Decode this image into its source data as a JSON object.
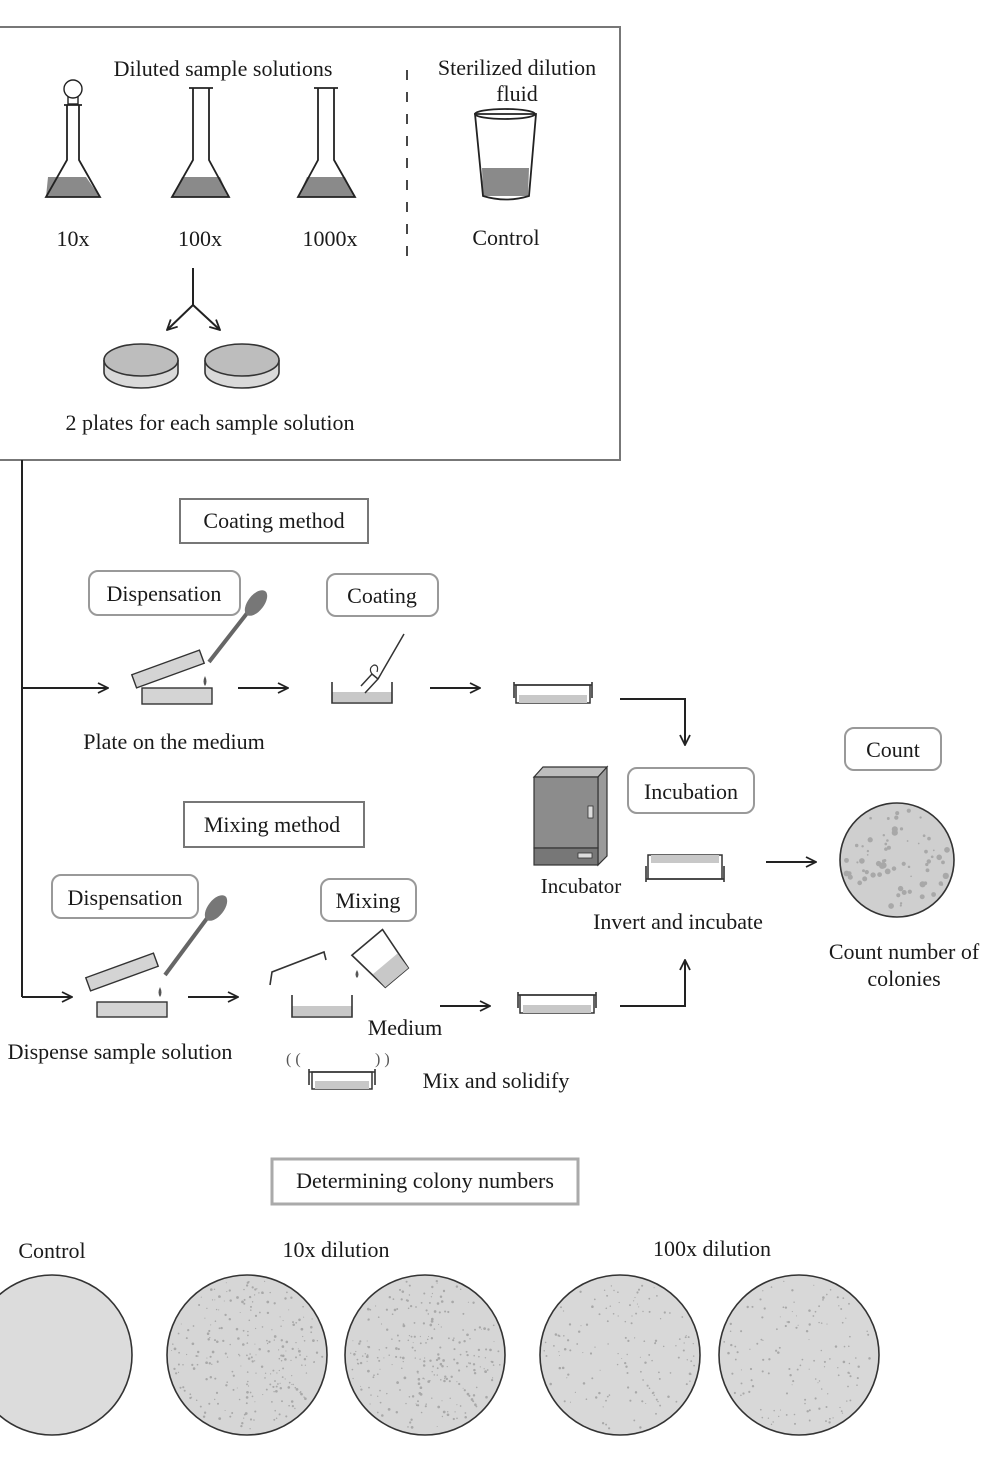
{
  "panel": {
    "diluted_title": "Diluted sample solutions",
    "sterilized_title_line1": "Sterilized dilution",
    "sterilized_title_line2": "fluid",
    "flask_labels": [
      "10x",
      "100x",
      "1000x"
    ],
    "control_label": "Control",
    "plates_caption": "2 plates for each sample solution"
  },
  "coating": {
    "method_title": "Coating method",
    "dispensation": "Dispensation",
    "coating": "Coating",
    "caption": "Plate on the medium"
  },
  "mixing": {
    "method_title": "Mixing method",
    "dispensation": "Dispensation",
    "mixing": "Mixing",
    "medium": "Medium",
    "caption": "Dispense sample solution",
    "mix_caption": "Mix and solidify"
  },
  "incubation": {
    "label": "Incubation",
    "incubator": "Incubator",
    "caption": "Invert and incubate"
  },
  "count": {
    "label": "Count",
    "caption_line1": "Count number of",
    "caption_line2": "colonies"
  },
  "determining": {
    "title": "Determining colony numbers",
    "control": "Control",
    "dilution_10x": "10x dilution",
    "dilution_100x": "100x dilution"
  },
  "colors": {
    "liquid": "#8a8a8a",
    "plate_gray": "#bdbdbd",
    "speckle": "#a8a8a8",
    "box_border": "#777777"
  }
}
